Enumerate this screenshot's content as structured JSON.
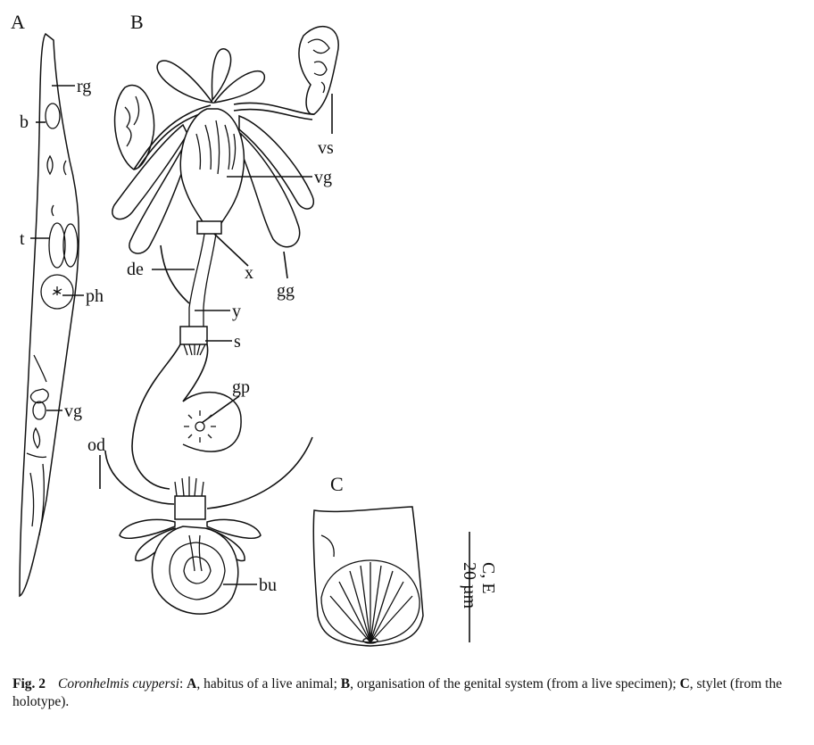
{
  "panels": {
    "a": "A",
    "b": "B",
    "c": "C"
  },
  "labels_a": {
    "rg": "rg",
    "b": "b",
    "t": "t",
    "ph": "ph",
    "vg": "vg"
  },
  "labels_b": {
    "vs": "vs",
    "vg": "vg",
    "x": "x",
    "de": "de",
    "gg": "gg",
    "y": "y",
    "s": "s",
    "gp": "gp",
    "od": "od",
    "bu": "bu"
  },
  "scale_bar": {
    "label": "C, E",
    "length": "20 µm"
  },
  "caption": {
    "fig_no": "Fig. 2",
    "species": "Coronhelmis cuypersi",
    "sep": ": ",
    "a_key": "A",
    "a_text": ", habitus of a live animal; ",
    "b_key": "B",
    "b_text": ", organisation of the genital system (from a live specimen); ",
    "c_key": "C",
    "c_text": ", stylet (from the holotype)."
  },
  "colors": {
    "ink": "#111111",
    "paper": "#ffffff"
  }
}
